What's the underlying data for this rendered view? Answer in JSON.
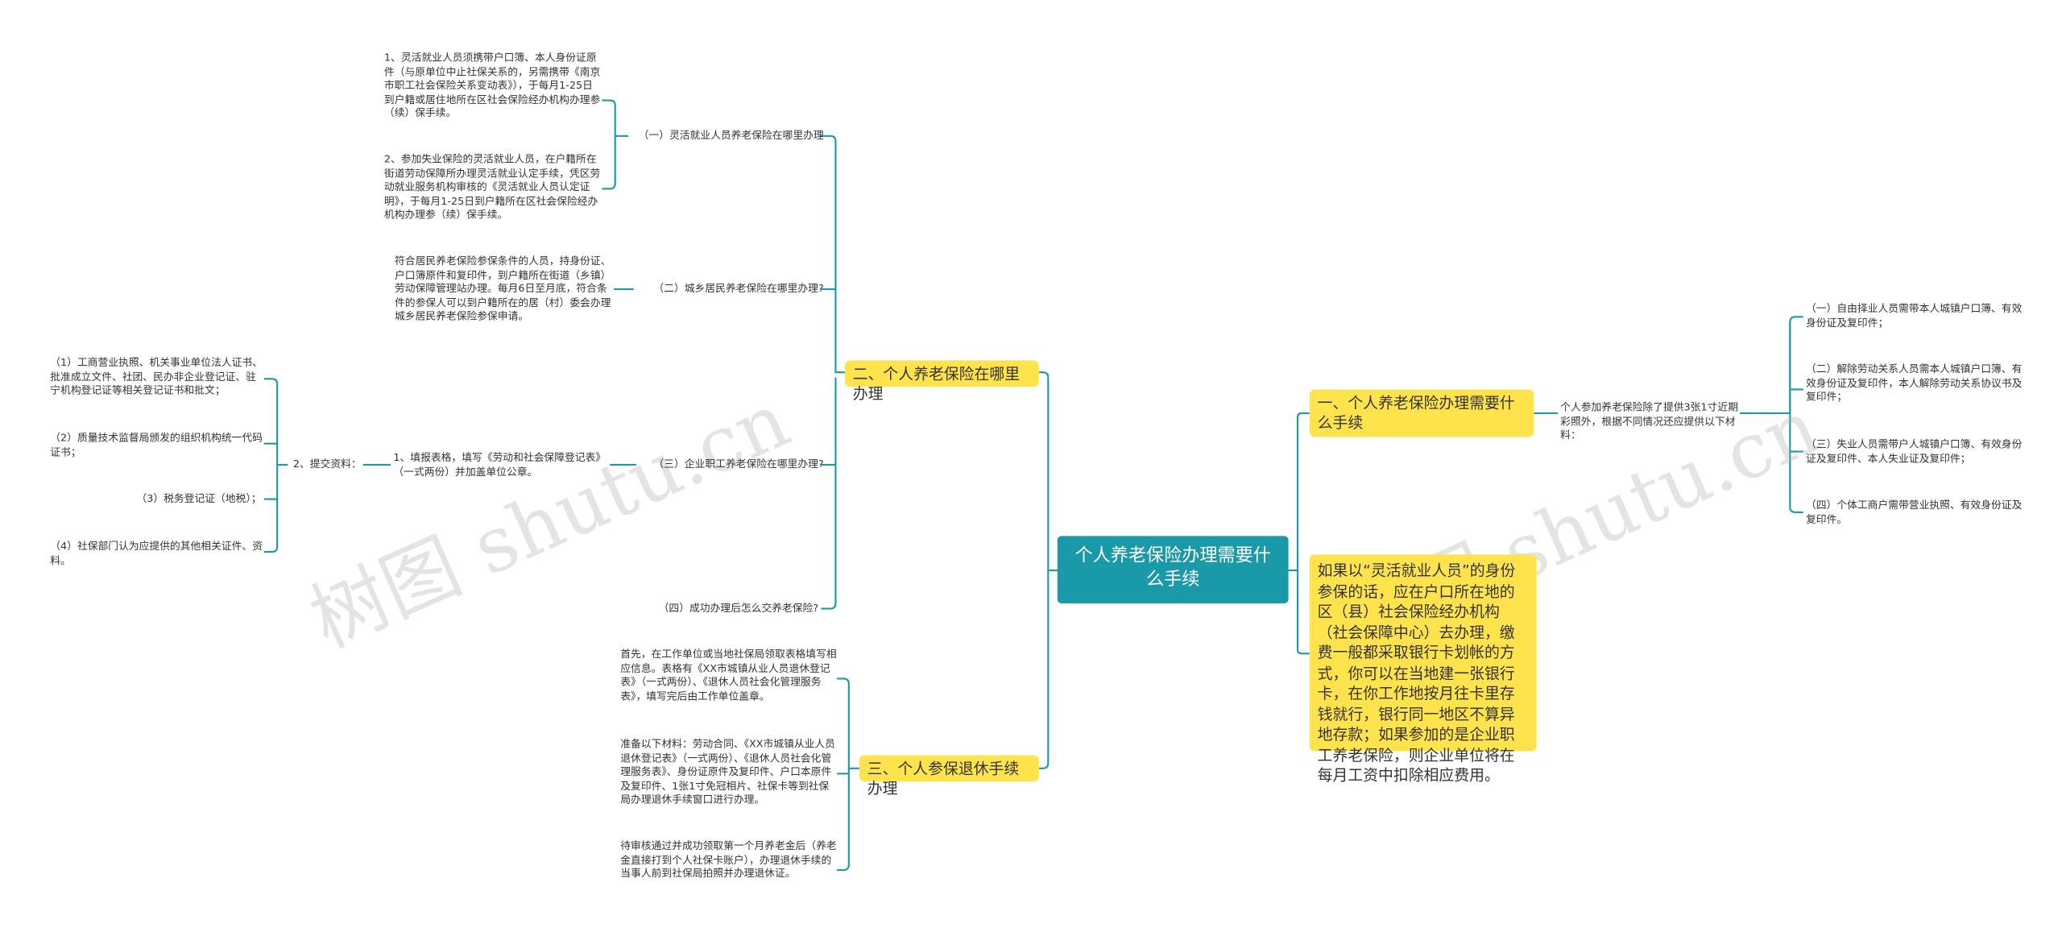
{
  "root": "个人养老保险办理需要什么手续",
  "colors": {
    "root": "#1a9aa8",
    "branch": "#ffe34d",
    "line": "#1a9aa8"
  },
  "right": {
    "b1": {
      "label": "一、个人养老保险办理需要什么手续",
      "intro": "个人参加养老保险除了提供3张1寸近期彩照外，根据不同情况还应提供以下材料：",
      "items": [
        "（一）自由择业人员需带本人城镇户口簿、有效身份证及复印件；",
        "（二）解除劳动关系人员需本人城镇户口簿、有效身份证及复印件，本人解除劳动关系协议书及复印件；",
        "（三）失业人员需带户人城镇户口簿、有效身份证及复印件、本人失业证及复印件；",
        "（四）个体工商户需带营业执照、有效身份证及复印件。"
      ]
    },
    "b2": {
      "label": "如果以“灵活就业人员”的身份参保的话，应在户口所在地的区（县）社会保险经办机构（社会保障中心）去办理，缴费一般都采取银行卡划帐的方式，你可以在当地建一张银行卡，在你工作地按月往卡里存钱就行，银行同一地区不算异地存款；如果参加的是企业职工养老保险，则企业单位将在每月工资中扣除相应费用。"
    }
  },
  "left": {
    "b2": {
      "label": "二、个人养老保险在哪里办理",
      "s1": {
        "label": "（一）灵活就业人员养老保险在哪里办理",
        "items": [
          "1、灵活就业人员须携带户口簿、本人身份证原件（与原单位中止社保关系的，另需携带《南京市职工社会保险关系变动表》），于每月1-25日到户籍或居住地所在区社会保险经办机构办理参（续）保手续。",
          "2、参加失业保险的灵活就业人员，在户籍所在街道劳动保障所办理灵活就业认定手续，凭区劳动就业服务机构审核的《灵活就业人员认定证明》，于每月1-25日到户籍所在区社会保险经办机构办理参（续）保手续。"
        ]
      },
      "s2": {
        "label": "（二）城乡居民养老保险在哪里办理?",
        "text": "符合居民养老保险参保条件的人员，持身份证、户口簿原件和复印件，到户籍所在街道（乡镇）劳动保障管理站办理。每月6日至月底，符合条件的参保人可以到户籍所在的居（村）委会办理城乡居民养老保险参保申请。"
      },
      "s3": {
        "label": "（三）企业职工养老保险在哪里办理?",
        "step1": "1、填报表格，填写《劳动和社会保障登记表》（一式两份）并加盖单位公章。",
        "step2": "2、提交资料：",
        "items": [
          "（1）工商营业执照、机关事业单位法人证书、批准成立文件、社团、民办非企业登记证、驻宁机构登记证等相关登记证书和批文；",
          "（2）质量技术监督局颁发的组织机构统一代码证书；",
          "（3）税务登记证（地税）；",
          "（4）社保部门认为应提供的其他相关证件、资料。"
        ]
      },
      "s4": {
        "label": "（四）成功办理后怎么交养老保险?"
      }
    },
    "b3": {
      "label": "三、个人参保退休手续办理",
      "items": [
        "首先，在工作单位或当地社保局领取表格填写相应信息。表格有《XX市城镇从业人员退休登记表》（一式两份）、《退休人员社会化管理服务表》，填写完后由工作单位盖章。",
        "准备以下材料：劳动合同、《XX市城镇从业人员退休登记表》（一式两份）、《退休人员社会化管理服务表》、身份证原件及复印件、户口本原件及复印件、1张1寸免冠相片、社保卡等到社保局办理退休手续窗口进行办理。",
        "待审核通过并成功领取第一个月养老金后（养老金直接打到个人社保卡账户），办理退休手续的当事人前到社保局拍照并办理退休证。"
      ]
    }
  },
  "watermark": "树图 shutu.cn"
}
